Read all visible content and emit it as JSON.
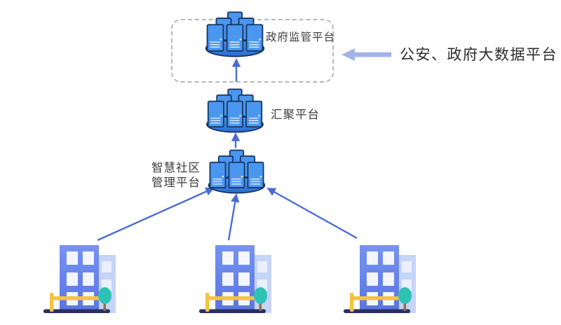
{
  "diagram": {
    "type": "architecture-hierarchy",
    "nodes": {
      "gov": {
        "label": "政府监管平台",
        "icon": "server-cluster-icon",
        "zone": "dashed-box"
      },
      "hub": {
        "label": "汇聚平台",
        "icon": "server-cluster-icon"
      },
      "community": {
        "line1": "智慧社区",
        "line2": "管理平台",
        "icon": "server-cluster-icon"
      },
      "external": {
        "label": "公安、政府大数据平台",
        "icon": "thick-left-arrow-icon"
      }
    },
    "buildings": [
      {
        "name": "community-building-1",
        "icon": "building-icon"
      },
      {
        "name": "community-building-2",
        "icon": "building-icon"
      },
      {
        "name": "community-building-3",
        "icon": "building-icon"
      }
    ],
    "edges": [
      {
        "from": "hub",
        "to": "gov",
        "style": "thin-arrow"
      },
      {
        "from": "community",
        "to": "hub",
        "style": "thin-arrow"
      },
      {
        "from": "community-building-1",
        "to": "community",
        "style": "thin-arrow"
      },
      {
        "from": "community-building-2",
        "to": "community",
        "style": "thin-arrow"
      },
      {
        "from": "community-building-3",
        "to": "community",
        "style": "thin-arrow"
      },
      {
        "from": "external",
        "to": "gov",
        "style": "thick-arrow"
      }
    ],
    "colors": {
      "server_fill": "#4a97f0",
      "server_stroke": "#16355e",
      "ellipse_fill_top": "#4d9af2",
      "ellipse_fill_bottom": "#2a6ace",
      "thin_arrow": "#4c6cd2",
      "thick_arrow": "#a3b3ea",
      "dashed_border": "#b3b7bd",
      "label_text": "#3d3d3d",
      "external_text": "#2c2c2c",
      "building_main_top": "#7693f2",
      "building_main_bottom": "#5a75e2",
      "building_back": "#c5d4f7",
      "window": "#f3f6fe",
      "tree": "#2cc2b5",
      "trunk": "#9a6a40",
      "gate_yellow": "#f5c33e",
      "ground": "#2a2e5e",
      "background": "#ffffff"
    }
  }
}
